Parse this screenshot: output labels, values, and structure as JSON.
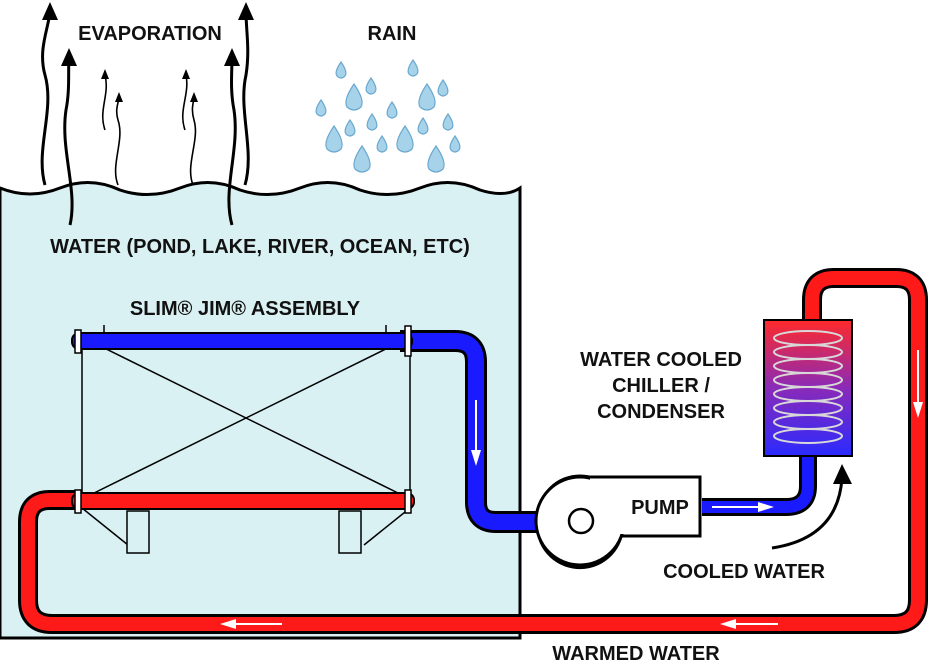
{
  "labels": {
    "evaporation": "EVAPORATION",
    "rain": "RAIN",
    "water_body": "WATER (POND, LAKE, RIVER, OCEAN, ETC)",
    "assembly": "SLIM® JIM® ASSEMBLY",
    "chiller_line1": "WATER COOLED",
    "chiller_line2": "CHILLER /",
    "chiller_line3": "CONDENSER",
    "pump": "PUMP",
    "cooled_water": "COOLED WATER",
    "warmed_water": "WARMED WATER"
  },
  "colors": {
    "water": "#d9f1f3",
    "cold_pipe": "#1a1aff",
    "warm_pipe": "#ff1a1a",
    "rain_drop": "#a6d2ea",
    "outline": "#000000"
  },
  "icons": [
    "evaporation-arrow-icon",
    "raindrop-icon",
    "flow-arrow-icon",
    "pump-icon",
    "coil-icon"
  ]
}
